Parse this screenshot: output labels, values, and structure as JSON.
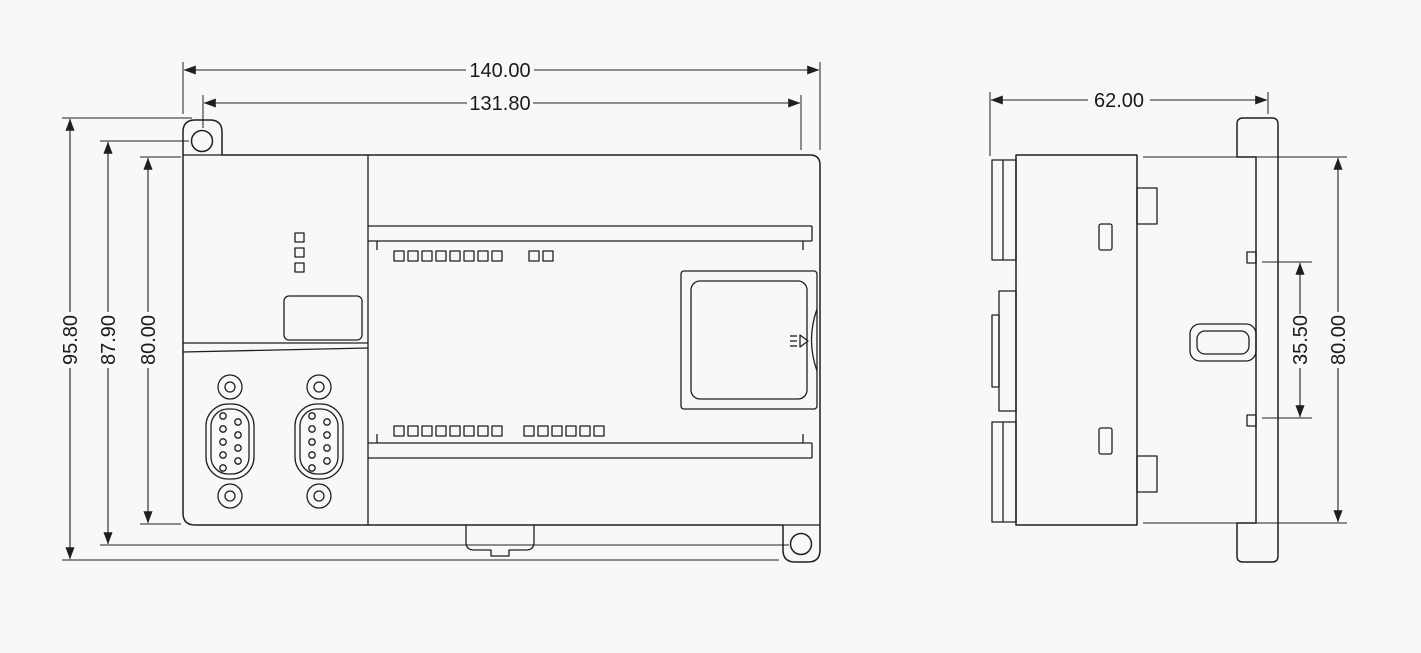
{
  "colors": {
    "background": "#f8f8f8",
    "line": "#1f1f1f"
  },
  "front_view": {
    "dims": {
      "overall_width": "140.00",
      "hole_pitch_width": "131.80",
      "overall_height": "95.80",
      "hole_pitch_height": "87.90",
      "body_height": "80.00"
    }
  },
  "side_view": {
    "dims": {
      "overall_depth": "62.00",
      "din_clip_height": "35.50",
      "body_height": "80.00"
    }
  }
}
